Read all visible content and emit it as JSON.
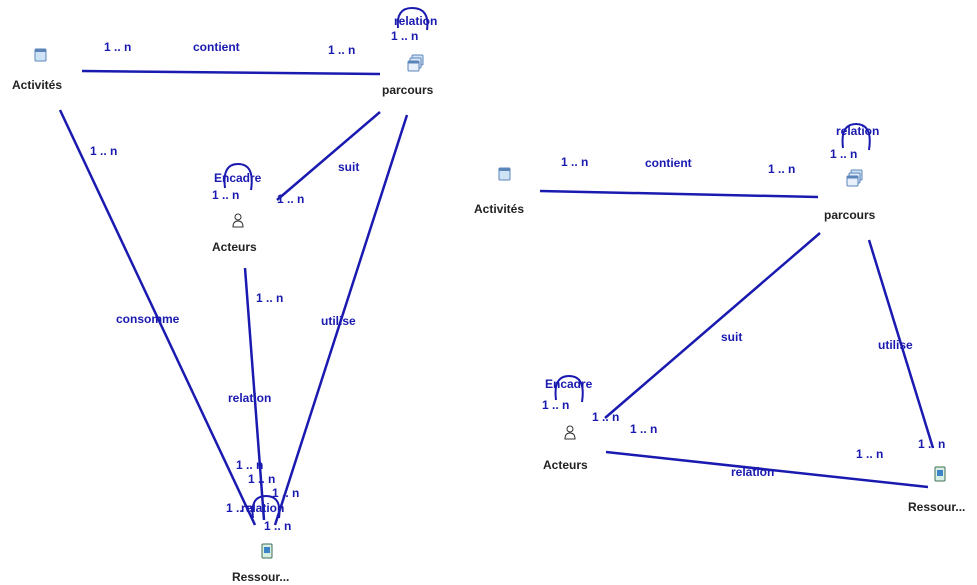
{
  "left": {
    "nodes": {
      "activites": "Activités",
      "parcours": "parcours",
      "acteurs": "Acteurs",
      "ressources": "Ressour..."
    },
    "edges": {
      "contient": "contient",
      "suit": "suit",
      "consomme": "consomme",
      "utilise": "utilise",
      "relation": "relation",
      "parcours_self": "relation",
      "acteurs_self": "Encadre",
      "ressources_self": "relation"
    },
    "multiplicity": "1 .. n",
    "multiplicity_short": "1 .. n",
    "multiplicity_loop": "1 .. n"
  },
  "right": {
    "nodes": {
      "activites": "Activités",
      "parcours": "parcours",
      "acteurs": "Acteurs",
      "ressources": "Ressour..."
    },
    "edges": {
      "contient": "contient",
      "suit": "suit",
      "utilise": "utilise",
      "relation": "relation",
      "parcours_self": "relation",
      "acteurs_self": "Encadre"
    },
    "multiplicity": "1 .. n",
    "multiplicity_short": "1 .. n",
    "multiplicity_loop": "1 .. n"
  }
}
